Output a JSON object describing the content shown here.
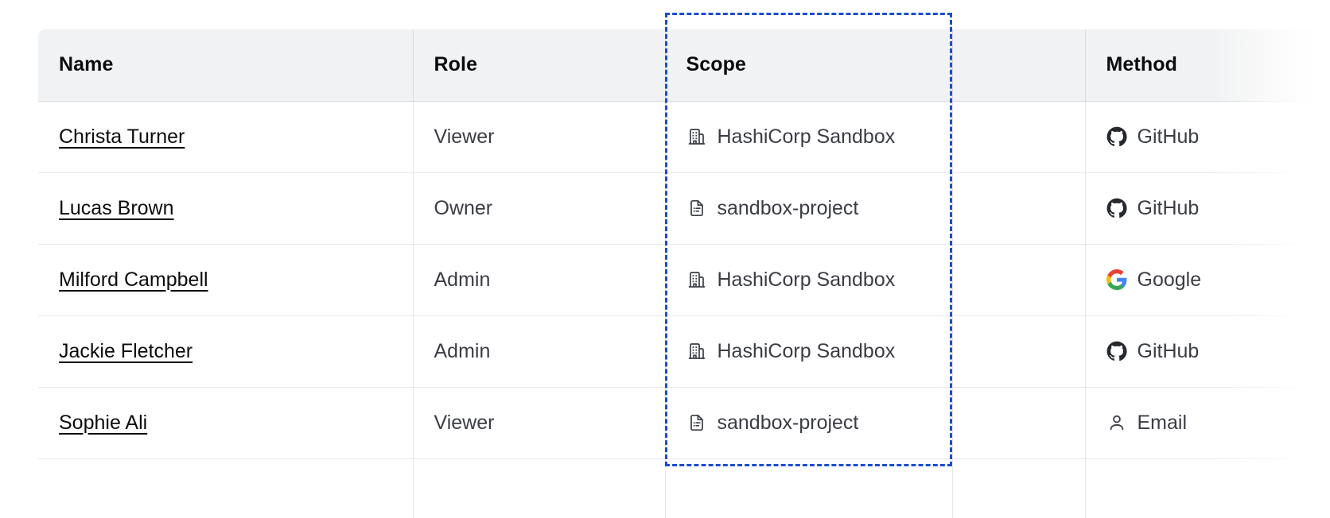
{
  "table": {
    "columns": [
      {
        "key": "name",
        "label": "Name"
      },
      {
        "key": "role",
        "label": "Role"
      },
      {
        "key": "scope",
        "label": "Scope"
      },
      {
        "key": "blank",
        "label": ""
      },
      {
        "key": "method",
        "label": "Method"
      }
    ],
    "rows": [
      {
        "name": "Christa Turner",
        "role": "Viewer",
        "scope": "HashiCorp Sandbox",
        "scope_icon": "org-building-icon",
        "method": "GitHub",
        "method_icon": "github-icon"
      },
      {
        "name": "Lucas Brown",
        "role": "Owner",
        "scope": "sandbox-project",
        "scope_icon": "project-file-icon",
        "method": "GitHub",
        "method_icon": "github-icon"
      },
      {
        "name": "Milford Campbell",
        "role": "Admin",
        "scope": "HashiCorp Sandbox",
        "scope_icon": "org-building-icon",
        "method": "Google",
        "method_icon": "google-icon"
      },
      {
        "name": "Jackie Fletcher",
        "role": "Admin",
        "scope": "HashiCorp Sandbox",
        "scope_icon": "org-building-icon",
        "method": "GitHub",
        "method_icon": "github-icon"
      },
      {
        "name": "Sophie Ali",
        "role": "Viewer",
        "scope": "sandbox-project",
        "scope_icon": "project-file-icon",
        "method": "Email",
        "method_icon": "person-icon"
      },
      {
        "name": "",
        "role": "",
        "scope": "",
        "scope_icon": "",
        "method": "",
        "method_icon": ""
      }
    ]
  },
  "selection": {
    "target_column": "Scope",
    "outline_color": "#1B4DD1",
    "style": "dashed"
  },
  "colors": {
    "header_background": "#F1F2F3",
    "header_text": "#0B0C0E",
    "body_text": "#3B3D45",
    "link_text": "#0B0C0E",
    "row_border": "#E7E8EA",
    "header_border": "#D6D8DB",
    "icon_dark": "#3B3D45",
    "google_blue": "#4285F4",
    "google_red": "#EA4335",
    "google_yellow": "#FBBC05",
    "google_green": "#34A853"
  }
}
